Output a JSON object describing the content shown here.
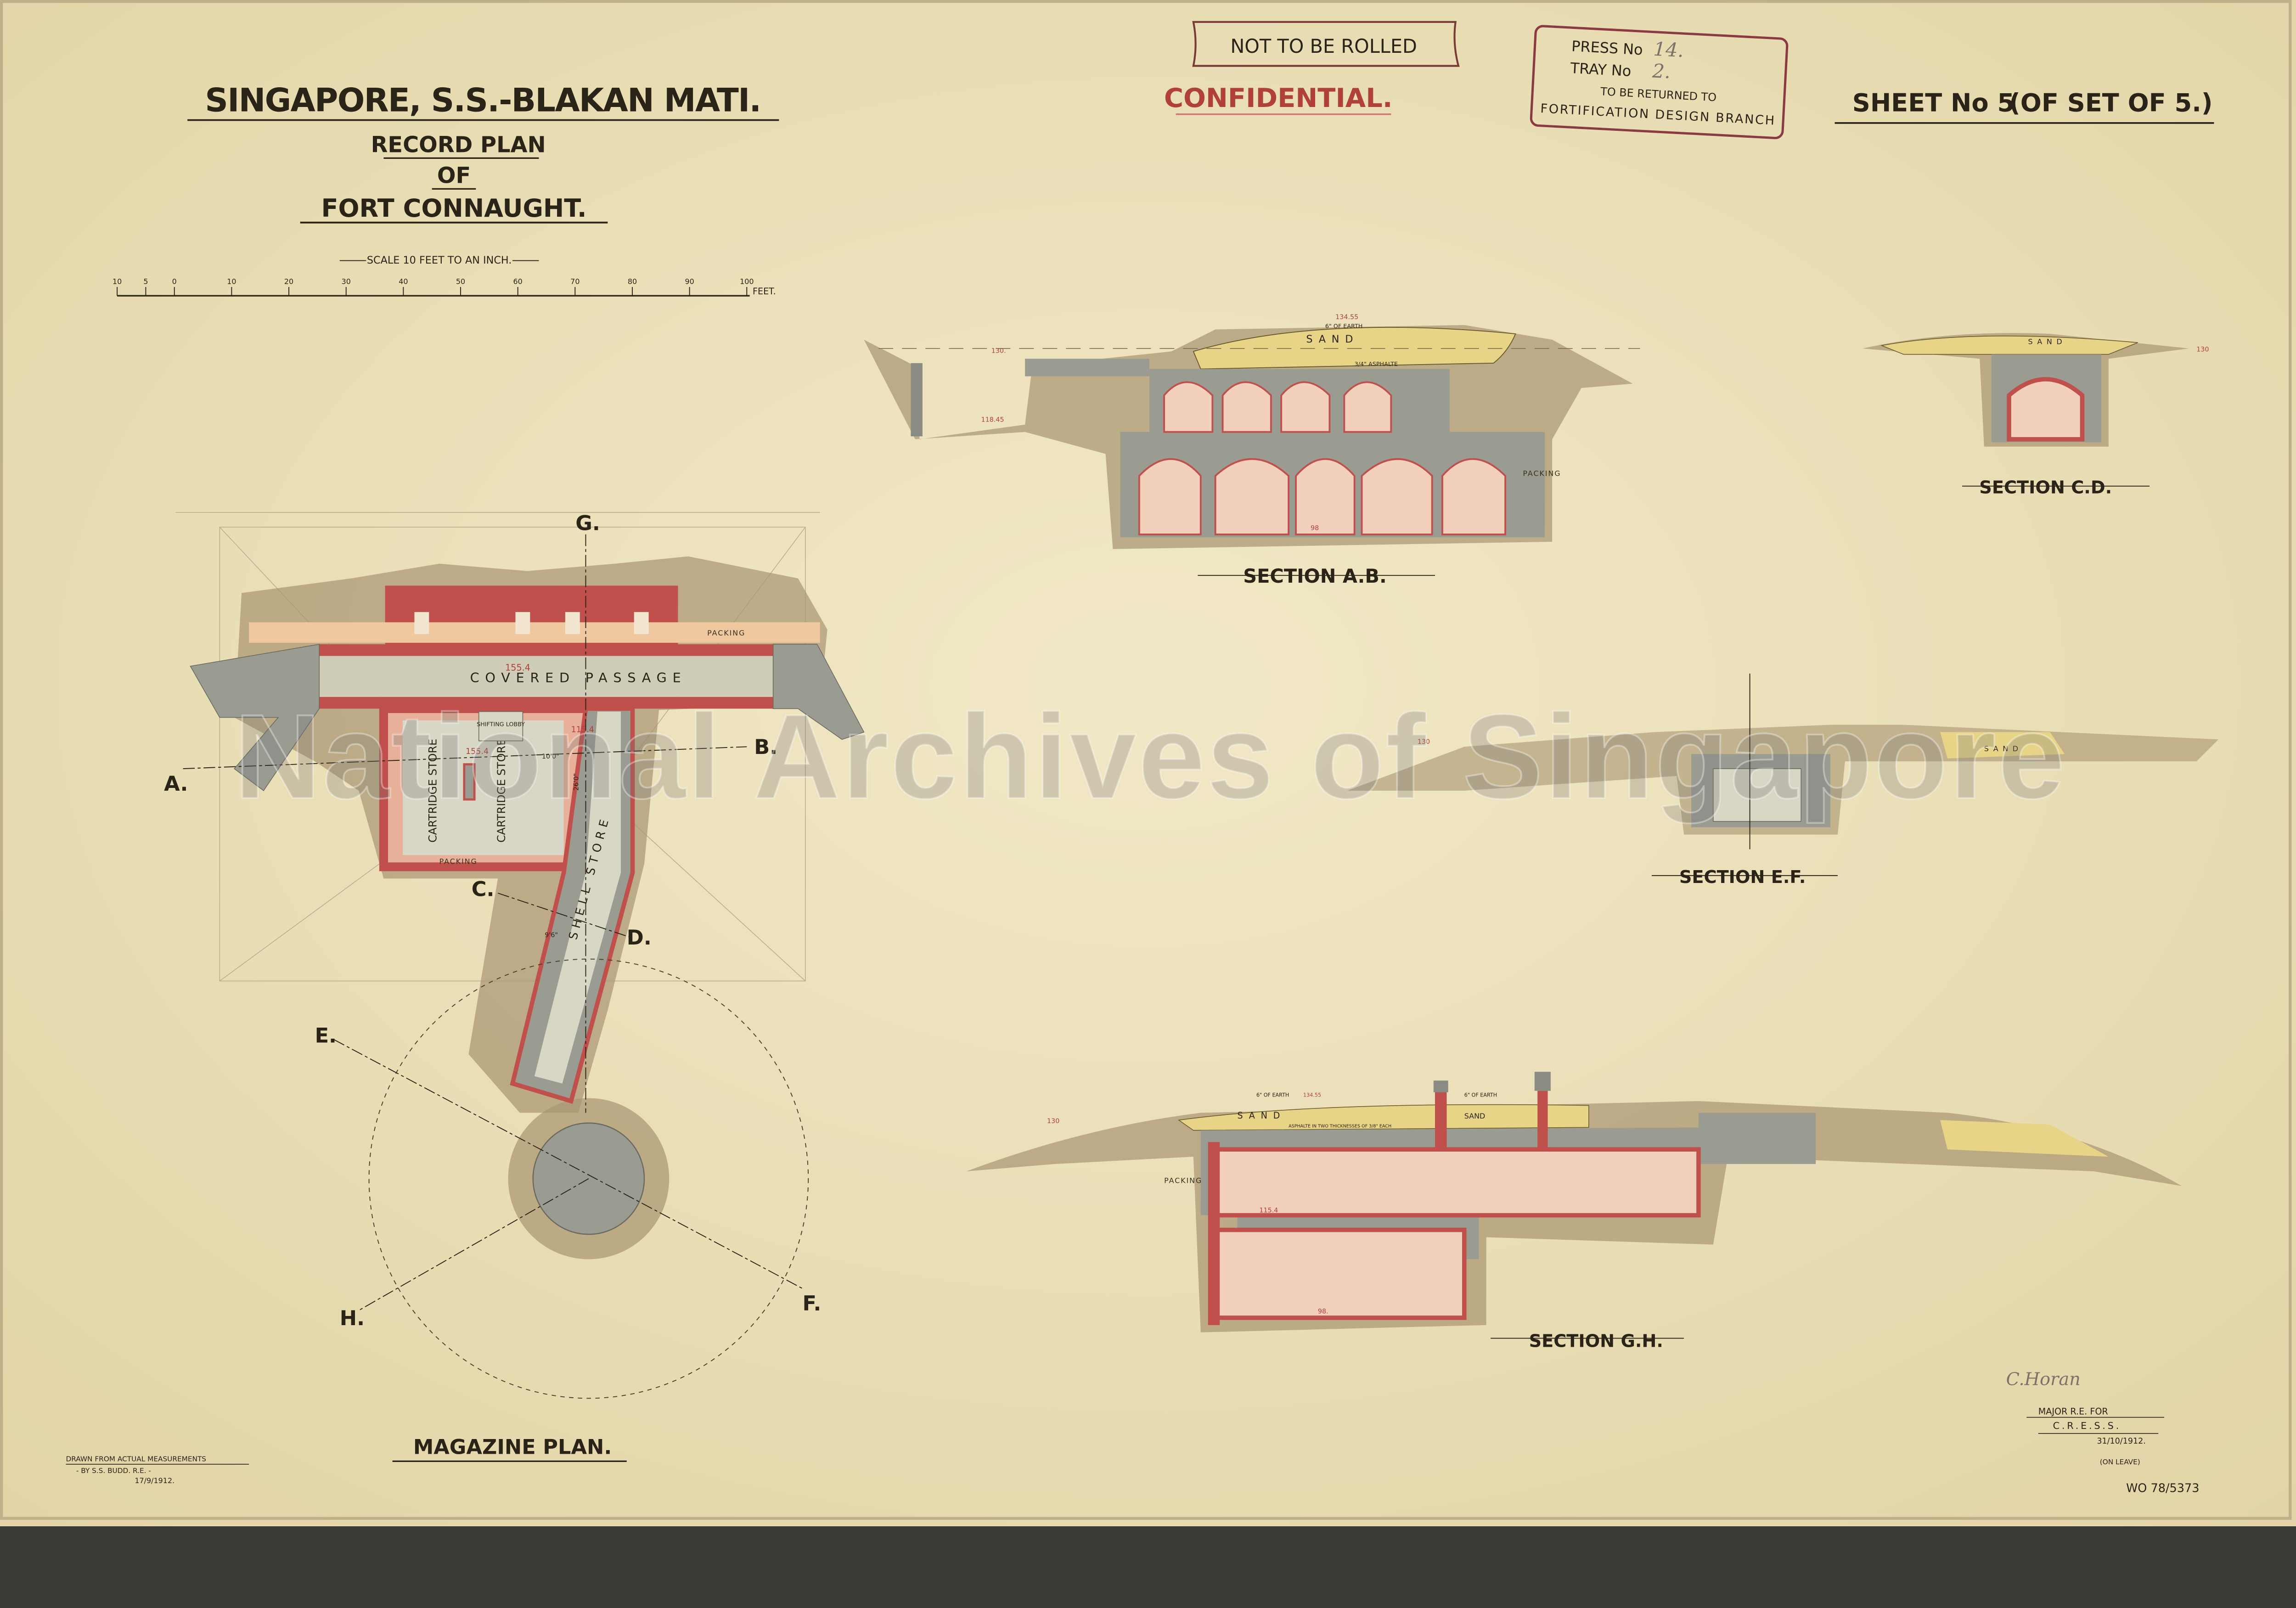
{
  "title": {
    "main": "SINGAPORE, S.S.-BLAKAN MATI.",
    "line2": "RECORD PLAN",
    "line3": "OF",
    "line4": "FORT CONNAUGHT."
  },
  "scale": {
    "label": "SCALE 10 FEET TO AN INCH.",
    "ticks": [
      "10",
      "5",
      "0",
      "10",
      "20",
      "30",
      "40",
      "50",
      "60",
      "70",
      "80",
      "90",
      "100"
    ],
    "unit": "FEET."
  },
  "stamps": {
    "not_rolled": "NOT TO BE ROLLED",
    "confidential": "CONFIDENTIAL.",
    "press_label": "PRESS No",
    "press_value": "14.",
    "tray_label": "TRAY No",
    "tray_value": "2.",
    "returned": "TO BE RETURNED TO",
    "branch": "FORTIFICATION DESIGN BRANCH"
  },
  "sheet": {
    "label": "SHEET No 5",
    "set": "(OF SET OF 5.)"
  },
  "plan": {
    "title": "MAGAZINE PLAN.",
    "covered_passage": "COVERED PASSAGE",
    "cartridge_store_1": "CARTRIDGE STORE",
    "cartridge_store_2": "CARTRIDGE STORE",
    "shifting_lobby": "SHIFTING LOBBY",
    "shell_store": "SHELL STORE",
    "packing_1": "PACKING",
    "packing_2": "PACKING",
    "level_1": "155.4",
    "level_2": "115.4",
    "level_3": "155.4",
    "dim_1": "10'0\"",
    "dim_2": "26'0\"",
    "dim_3": "9'6\"",
    "section_marks": {
      "a": "A.",
      "b": "B.",
      "c_top": "G.",
      "c": "C.",
      "d": "D.",
      "e": "E.",
      "f": "F.",
      "h": "H."
    }
  },
  "sections": {
    "ab": {
      "title": "SECTION A.B.",
      "sand": "SAND",
      "asphalte": "3/4\" ASPHALTE",
      "earth": "6\" OF EARTH",
      "level_top": "134.55",
      "datum": "130.",
      "level_left": "118.45",
      "level_floor": "98",
      "packing": "PACKING"
    },
    "cd": {
      "title": "SECTION C.D.",
      "sand": "SAND",
      "datum": "130"
    },
    "ef": {
      "title": "SECTION E.F.",
      "sand": "SAND",
      "datum": "130"
    },
    "gh": {
      "title": "SECTION G.H.",
      "sand_1": "SAND",
      "sand_2": "SAND",
      "asphalte": "ASPHALTE IN TWO THICKNESSES OF 3/8\" EACH",
      "earth_1": "6\" OF EARTH",
      "earth_2": "6\" OF EARTH",
      "level_top": "134.55",
      "level_mid": "115.4",
      "level_floor": "98.",
      "packing": "PACKING",
      "datum": "130"
    }
  },
  "drawn_by": {
    "line1": "DRAWN FROM ACTUAL MEASUREMENTS",
    "line2": "- BY S.S. BUDD. R.E. -",
    "line3": "17/9/1912."
  },
  "signature": {
    "name": "C.Horan",
    "role": "MAJOR R.E. FOR",
    "office": "C.R.E.S.S.",
    "date": "31/10/1912.",
    "note": "(ON LEAVE)"
  },
  "reference": "WO 78/5373",
  "watermark": "National Archives of Singapore",
  "colors": {
    "paper": "#eee3bd",
    "brick_red": "#c0504c",
    "concrete_gray": "#9a9c92",
    "sand_yellow": "#e8d486",
    "earth_brown": "#a08c60",
    "chamber_pink": "#f2d0bc",
    "ink": "#2a2418"
  }
}
